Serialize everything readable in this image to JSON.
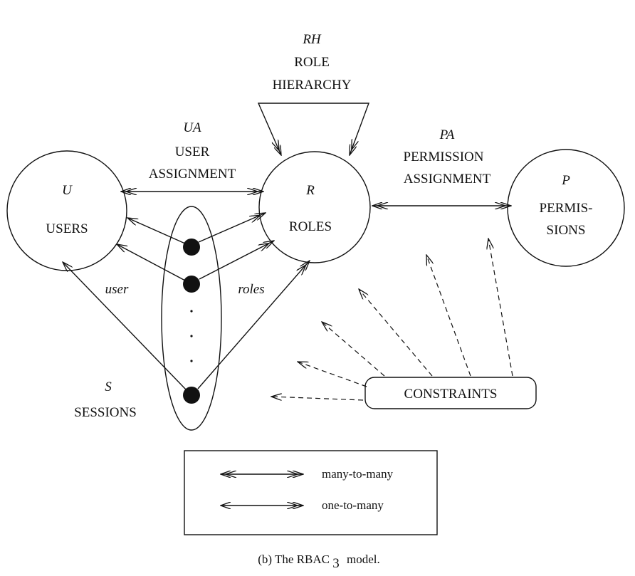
{
  "role_hierarchy": {
    "abbr": "RH",
    "line1": "ROLE",
    "line2": "HIERARCHY"
  },
  "user_assignment": {
    "abbr": "UA",
    "line1": "USER",
    "line2": "ASSIGNMENT"
  },
  "permission_assignment": {
    "abbr": "PA",
    "line1": "PERMISSION",
    "line2": "ASSIGNMENT"
  },
  "users": {
    "abbr": "U",
    "name": "USERS"
  },
  "roles": {
    "abbr": "R",
    "name": "ROLES"
  },
  "permissions": {
    "abbr": "P",
    "name_line1": "PERMIS-",
    "name_line2": "SIONS"
  },
  "sessions": {
    "abbr": "S",
    "name": "SESSIONS"
  },
  "edges": {
    "user": "user",
    "roles": "roles"
  },
  "constraints": {
    "label": "CONSTRAINTS"
  },
  "legend": {
    "many_to_many": "many-to-many",
    "one_to_many": "one-to-many"
  },
  "caption": {
    "prefix": "(b) The RBAC",
    "subscript": "3",
    "suffix": "model."
  }
}
